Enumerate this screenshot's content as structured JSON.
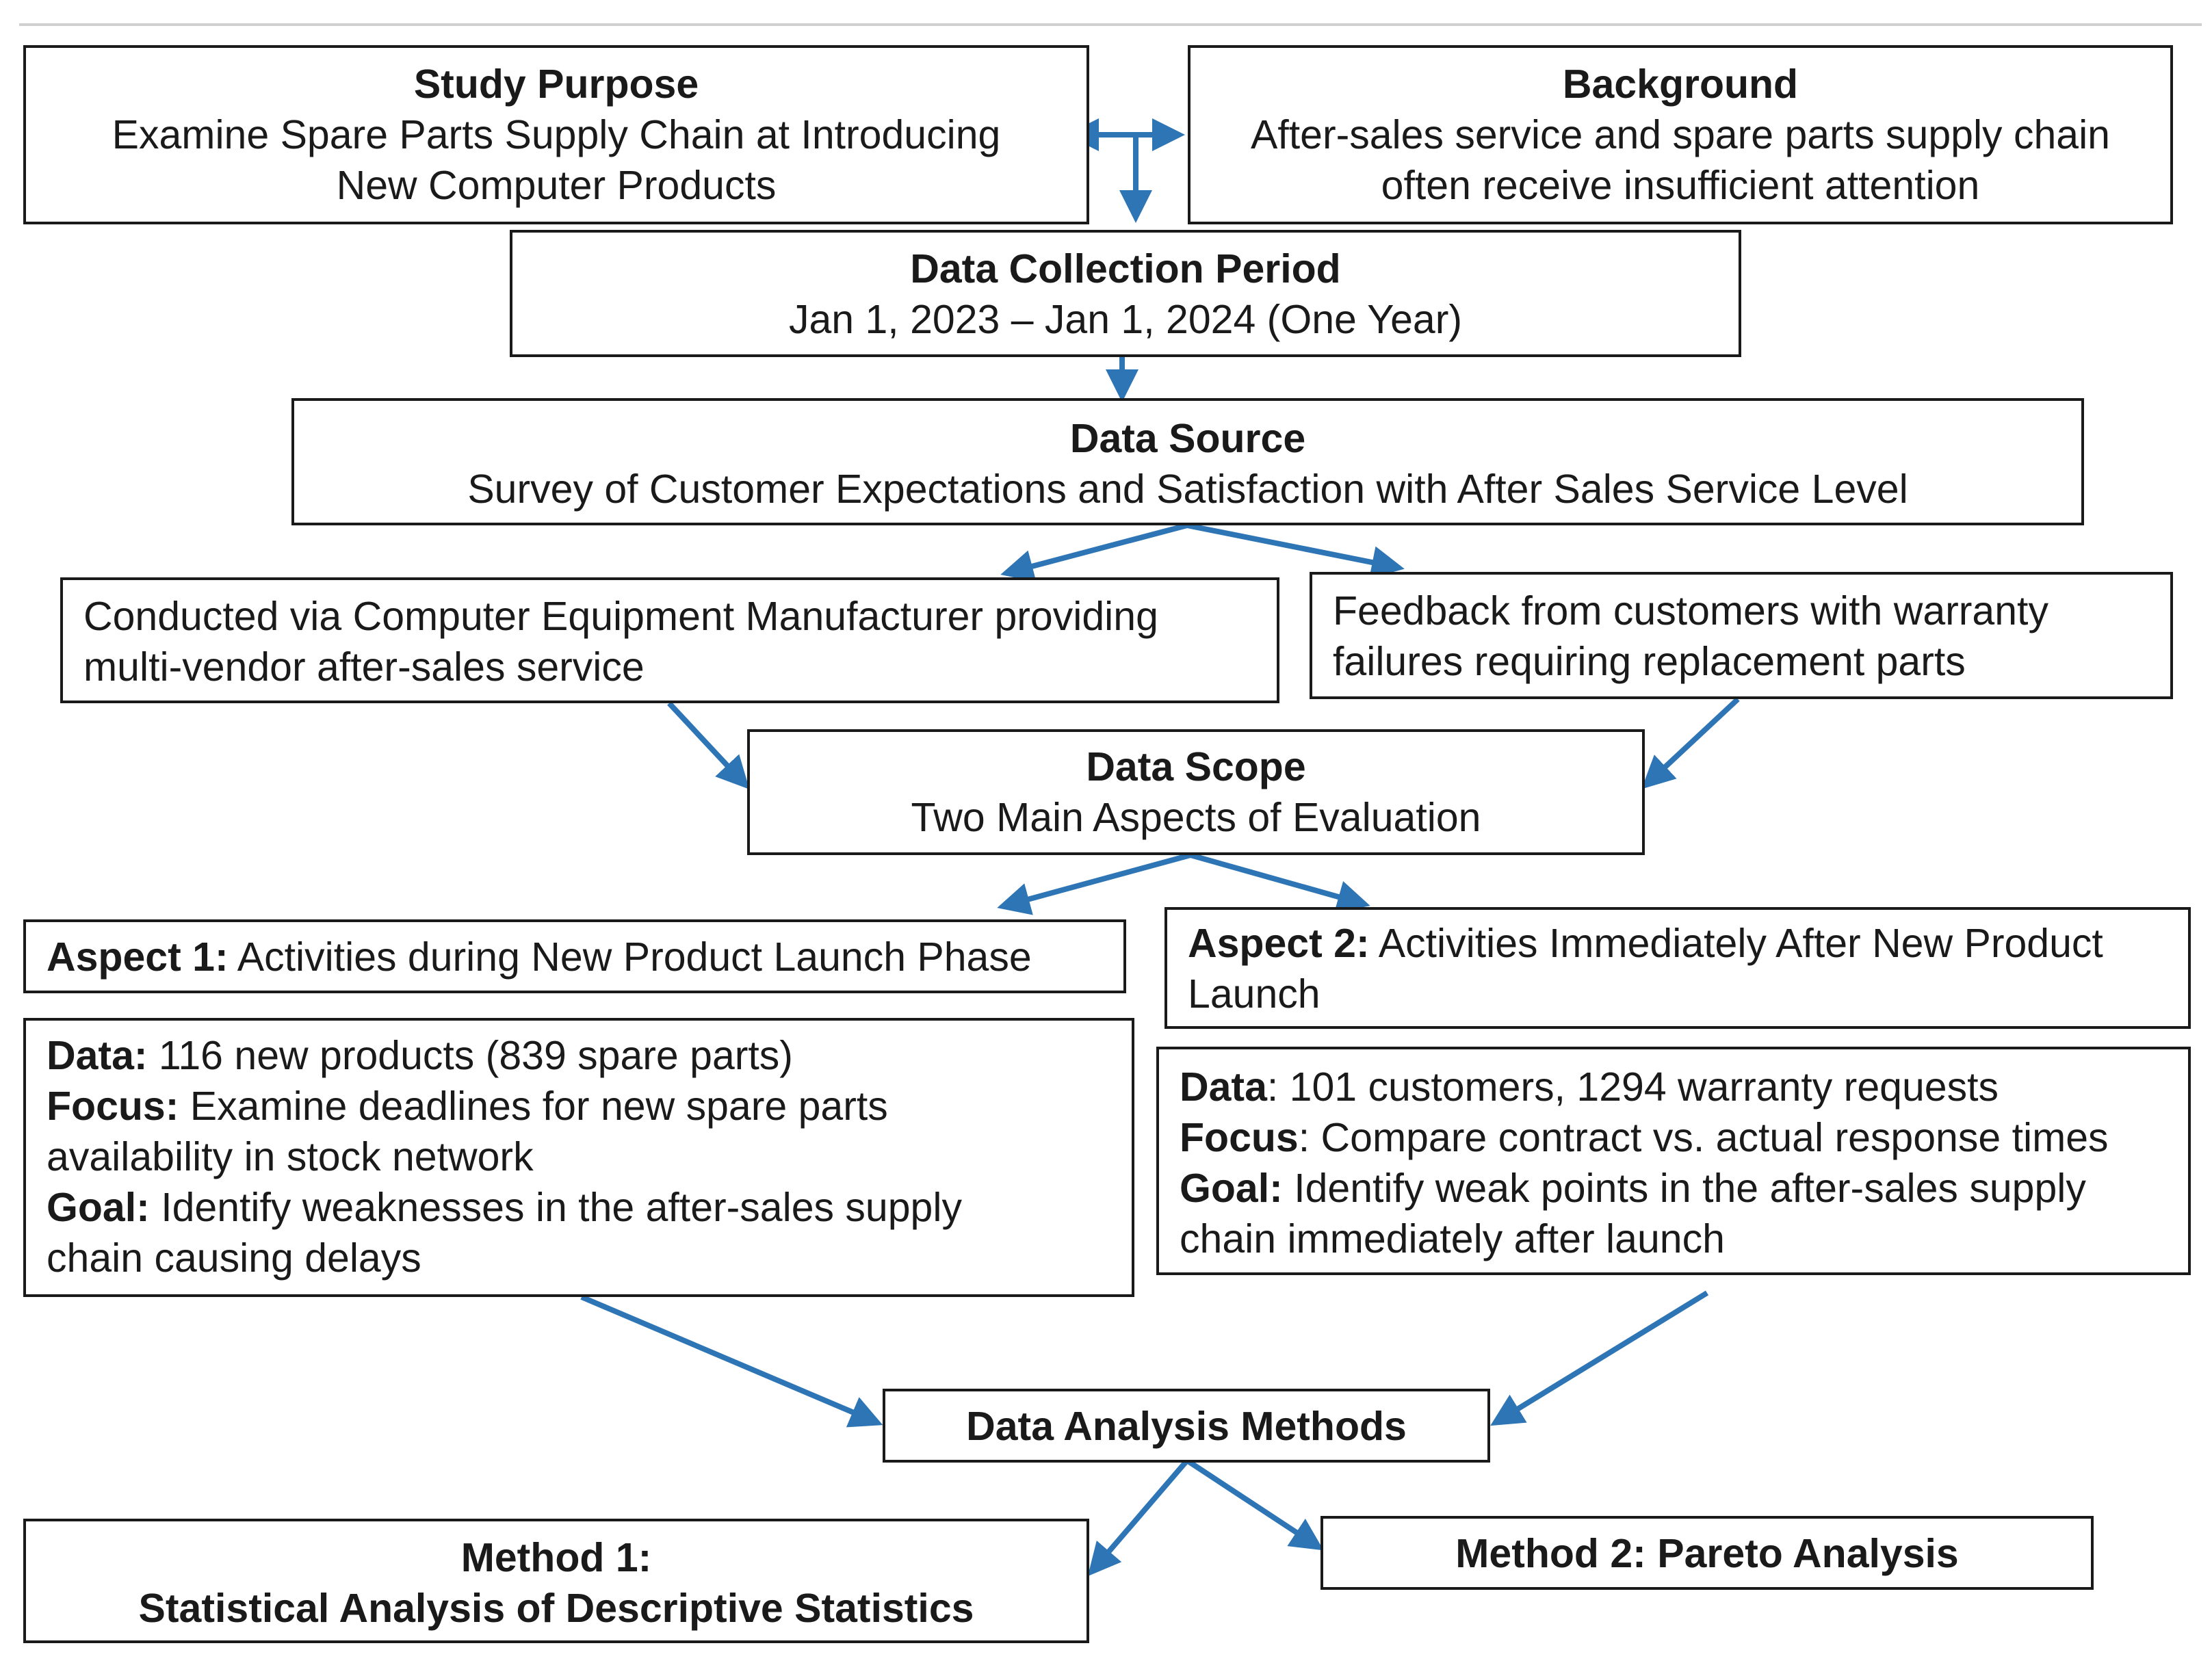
{
  "study_purpose": {
    "title": "Study Purpose",
    "line1": "Examine Spare Parts Supply Chain at Introducing",
    "line2": "New Computer Products"
  },
  "background": {
    "title": "Background",
    "line1": "After-sales service and spare parts supply chain",
    "line2": "often receive insufficient attention"
  },
  "data_collection": {
    "title": "Data Collection Period",
    "line1": "Jan 1, 2023 – Jan 1, 2024 (One Year)"
  },
  "data_source": {
    "title": "Data Source",
    "line1": "Survey of Customer Expectations and Satisfaction with After Sales Service Level"
  },
  "conducted": {
    "line1": "Conducted via Computer Equipment Manufacturer providing",
    "line2": "multi-vendor after-sales service"
  },
  "feedback": {
    "line1": "Feedback from customers with warranty",
    "line2": "failures requiring replacement parts"
  },
  "data_scope": {
    "title": "Data Scope",
    "line1": "Two Main Aspects of Evaluation"
  },
  "aspect1": {
    "label": "Aspect 1:",
    "text": " Activities during New Product Launch Phase"
  },
  "aspect2": {
    "label": "Aspect 2:",
    "text_line1": " Activities Immediately After New Product",
    "text_line2": "Launch"
  },
  "aspect1_details": {
    "data_label": "Data:",
    "data_text": " 116 new products (839 spare parts)",
    "focus_label": "Focus:",
    "focus_text1": " Examine deadlines for new spare parts",
    "focus_text2": "availability in stock network",
    "goal_label": "Goal:",
    "goal_text1": " Identify weaknesses in the after-sales supply",
    "goal_text2": "chain causing delays"
  },
  "aspect2_details": {
    "data_label": "Data",
    "data_text": ": 101 customers, 1294 warranty requests",
    "focus_label": "Focus",
    "focus_text": ": Compare contract vs. actual response times",
    "goal_label": "Goal:",
    "goal_text1": " Identify weak points in the after-sales supply",
    "goal_text2": "chain immediately after launch"
  },
  "analysis_methods": {
    "title": "Data Analysis Methods"
  },
  "method1": {
    "line1": "Method 1:",
    "line2": "Statistical Analysis of Descriptive Statistics"
  },
  "method2": {
    "line1": "Method 2: Pareto Analysis"
  },
  "colors": {
    "arrow": "#2e75b6",
    "border": "#1a1a1a"
  }
}
